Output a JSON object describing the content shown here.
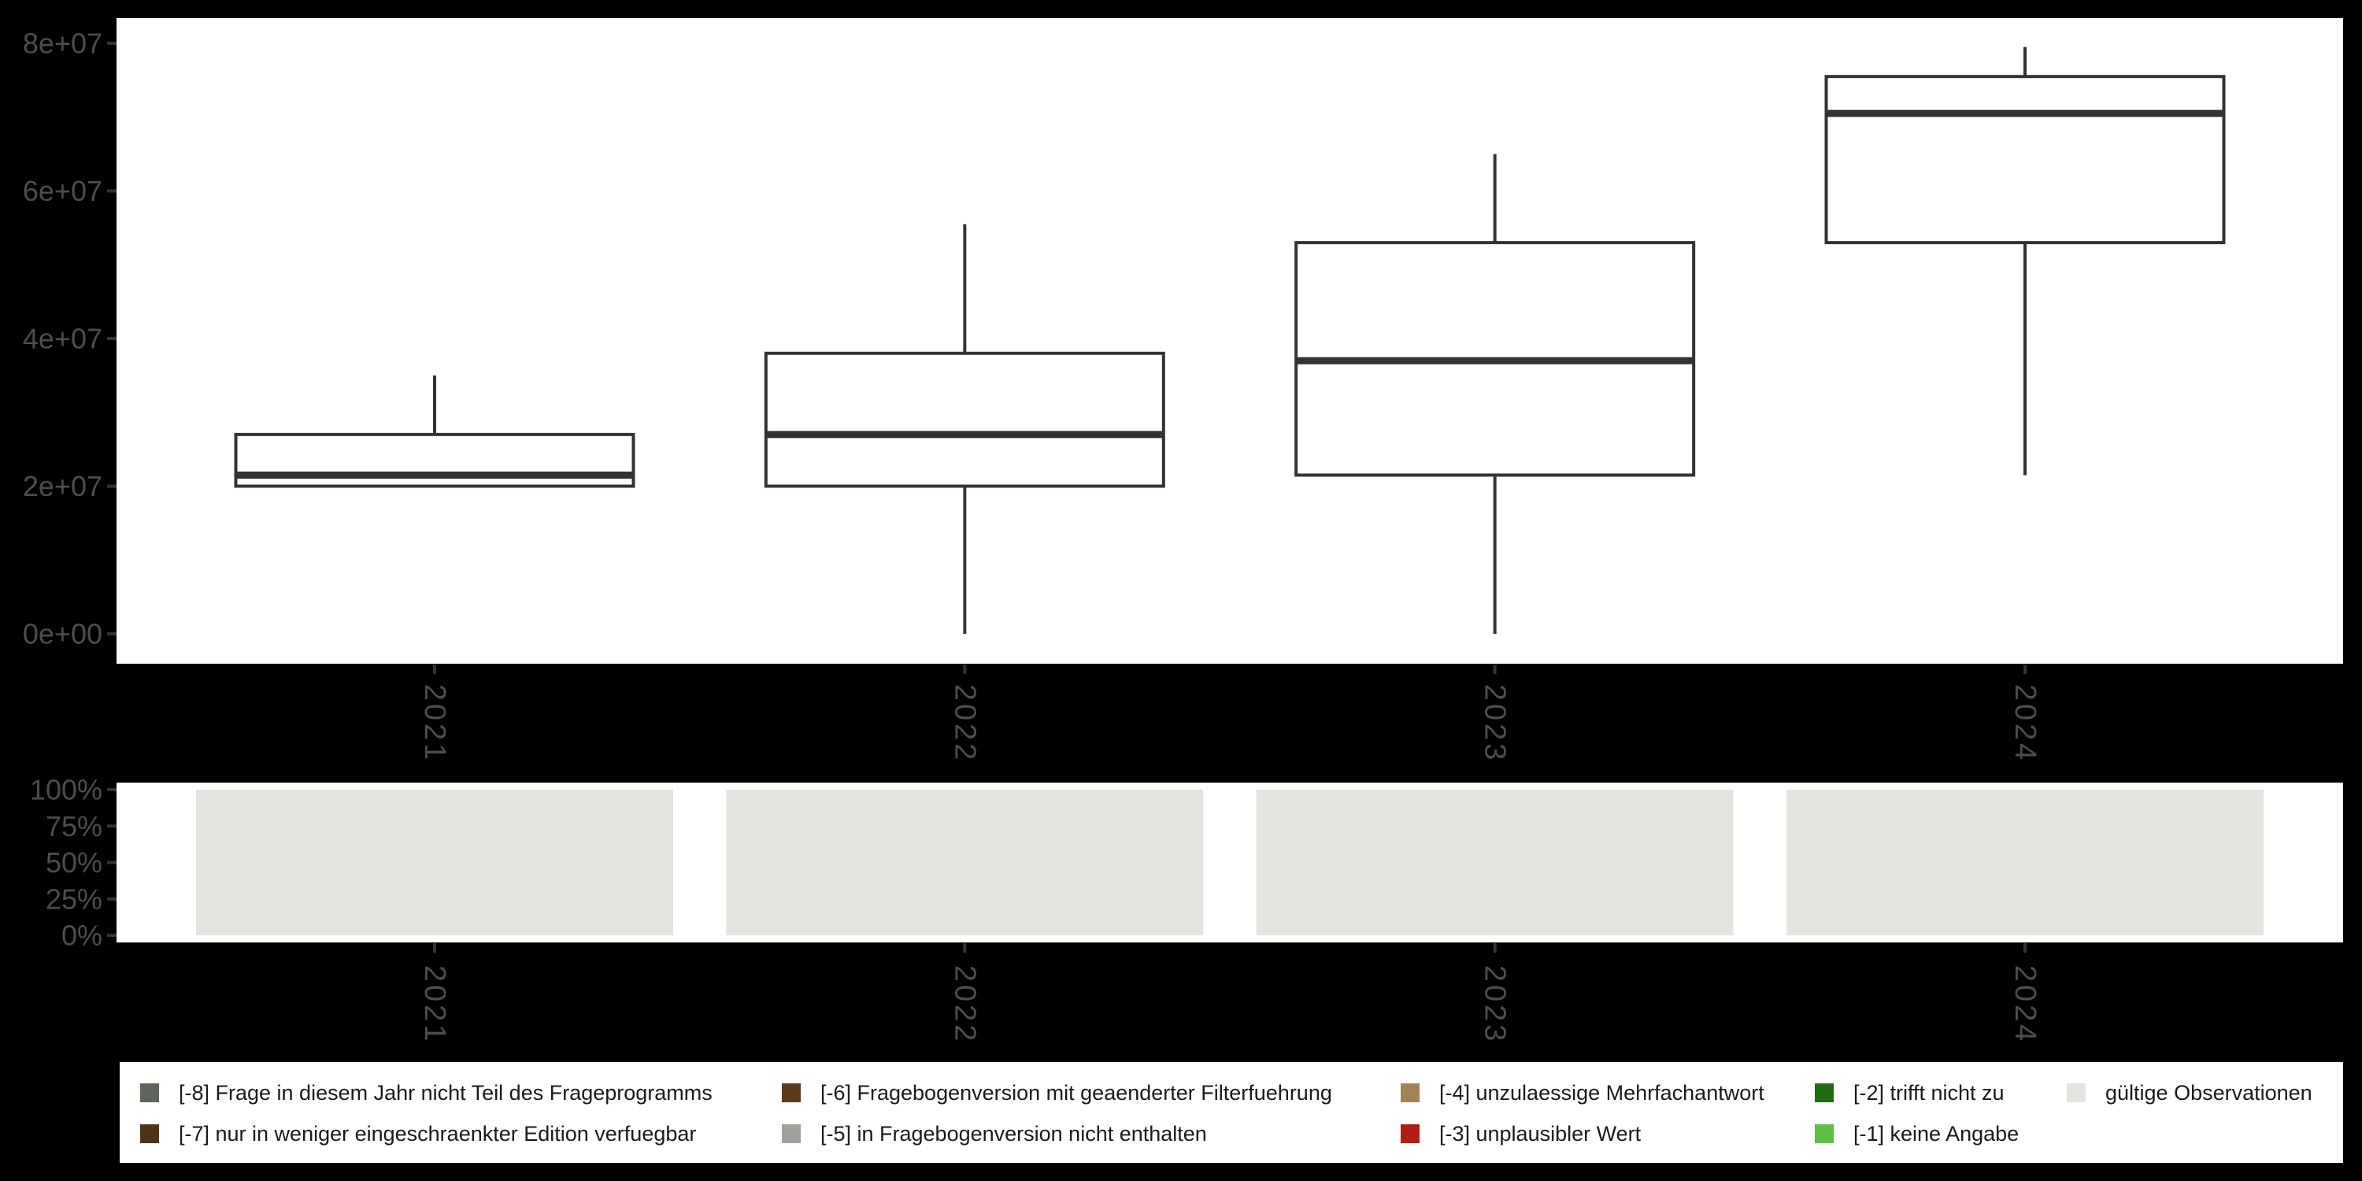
{
  "figure": {
    "background": "#000000",
    "panel_background": "#ffffff",
    "axis_text_color": "#4d4d4d",
    "tick_color": "#333333"
  },
  "chart_data": [
    {
      "type": "boxplot",
      "title": "",
      "xlabel": "",
      "ylabel": "",
      "categories": [
        "2021",
        "2022",
        "2023",
        "2024"
      ],
      "y_ticks": [
        "0e+00",
        "2e+07",
        "4e+07",
        "6e+07",
        "8e+07"
      ],
      "y_tick_values": [
        0,
        20000000,
        40000000,
        60000000,
        80000000
      ],
      "ylim": [
        0,
        80000000
      ],
      "box_stroke": "#333333",
      "box_fill": "#ffffff",
      "series": [
        {
          "year": "2021",
          "min": 20000000,
          "q1": 20000000,
          "median": 21500000,
          "q3": 27000000,
          "max": 35000000
        },
        {
          "year": "2022",
          "min": 0,
          "q1": 20000000,
          "median": 27000000,
          "q3": 38000000,
          "max": 55500000
        },
        {
          "year": "2023",
          "min": 0,
          "q1": 21500000,
          "median": 37000000,
          "q3": 53000000,
          "max": 65000000
        },
        {
          "year": "2024",
          "min": 21500000,
          "q1": 53000000,
          "median": 70500000,
          "q3": 75500000,
          "max": 79500000
        }
      ]
    },
    {
      "type": "bar",
      "stacked": true,
      "title": "",
      "xlabel": "",
      "ylabel": "",
      "categories": [
        "2021",
        "2022",
        "2023",
        "2024"
      ],
      "y_ticks": [
        "0%",
        "25%",
        "50%",
        "75%",
        "100%"
      ],
      "y_tick_values": [
        0,
        25,
        50,
        75,
        100
      ],
      "ylim": [
        0,
        100
      ],
      "series": [
        {
          "name": "gültige Observationen",
          "color": "#e2e5df",
          "values": [
            100,
            100,
            100,
            100
          ]
        }
      ]
    }
  ],
  "legend": {
    "background": "#ffffff",
    "text_color": "#1a1a1a",
    "items": [
      {
        "label": "[-8] Frage in diesem Jahr nicht Teil des Frageprogramms",
        "color": "#5d665c"
      },
      {
        "label": "[-7] nur in weniger eingeschraenkter Edition verfuegbar",
        "color": "#4f3319"
      },
      {
        "label": "[-6] Fragebogenversion mit geaenderter Filterfuehrung",
        "color": "#5d3a1c"
      },
      {
        "label": "[-5] in Fragebogenversion nicht enthalten",
        "color": "#9da29b"
      },
      {
        "label": "[-4] unzulaessige Mehrfachantwort",
        "color": "#a28257"
      },
      {
        "label": "[-3] unplausibler Wert",
        "color": "#ae1e15"
      },
      {
        "label": "[-2] trifft nicht zu",
        "color": "#206b13"
      },
      {
        "label": "[-1] keine Angabe",
        "color": "#5cc044"
      },
      {
        "label": "gültige Observationen",
        "color": "#e2e5df"
      }
    ]
  }
}
